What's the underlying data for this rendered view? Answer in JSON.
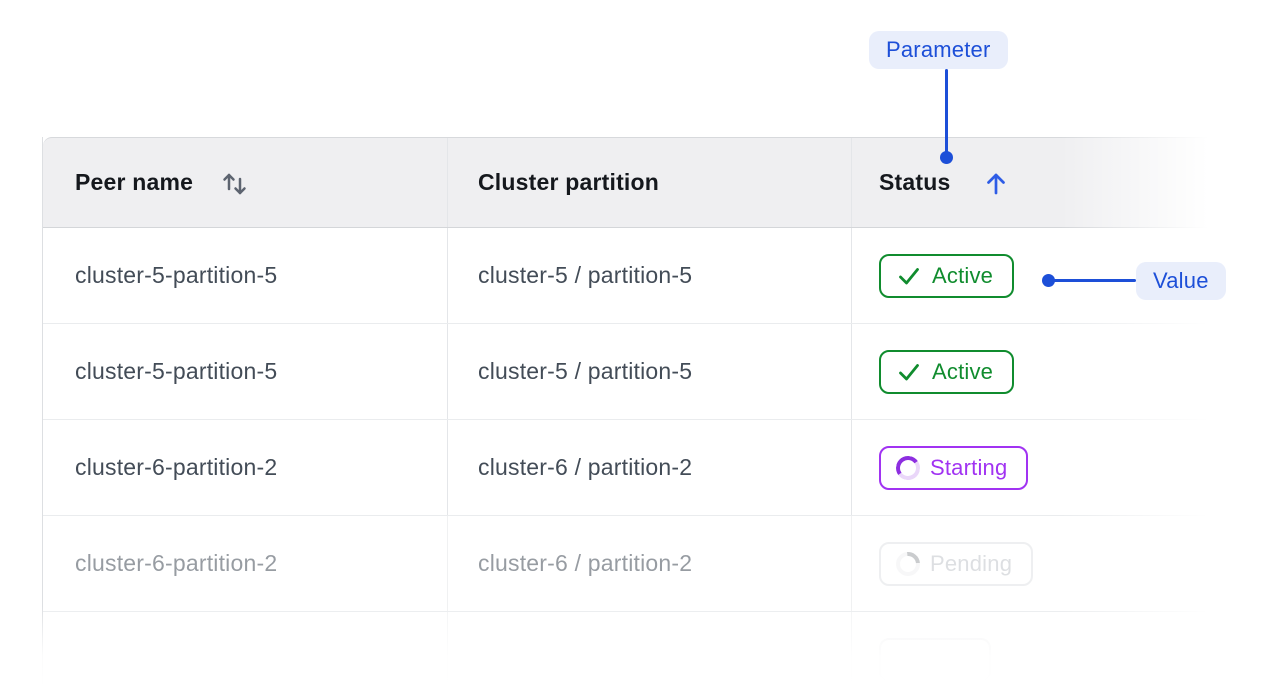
{
  "colors": {
    "accent": "#1d4fd8",
    "annotation_pill_bg": "#e9eefb",
    "sort_arrow_blue": "#2e5ce6",
    "sort_icon_gray": "#5d6470",
    "active": "#108c2e",
    "starting": "#a133f2",
    "pending_text": "#8f96a0",
    "pending_border": "#c9ccd0",
    "header_bg": "#efeff1",
    "header_text": "#15181d",
    "row_text": "#434c57"
  },
  "annotations": {
    "parameter": {
      "label": "Parameter",
      "points_to": "Status column header"
    },
    "value": {
      "label": "Value",
      "points_to": "Active status badge"
    }
  },
  "table": {
    "columns": [
      {
        "label": "Peer name",
        "sort_icon": "swap-vertical"
      },
      {
        "label": "Cluster partition",
        "sort_icon": ""
      },
      {
        "label": "Status",
        "sort_icon": "arrow-up",
        "sort_direction": "ascending"
      }
    ],
    "rows": [
      {
        "peer_name": "cluster-5-partition-5",
        "cluster_partition": "cluster-5 / partition-5",
        "status": "Active",
        "status_kind": "active",
        "faded": false
      },
      {
        "peer_name": "cluster-5-partition-5",
        "cluster_partition": "cluster-5 / partition-5",
        "status": "Active",
        "status_kind": "active",
        "faded": false
      },
      {
        "peer_name": "cluster-6-partition-2",
        "cluster_partition": "cluster-6 / partition-2",
        "status": "Starting",
        "status_kind": "starting",
        "faded": false
      },
      {
        "peer_name": "cluster-6-partition-2",
        "cluster_partition": "cluster-6 / partition-2",
        "status": "Pending",
        "status_kind": "pending",
        "faded": true
      },
      {
        "peer_name": "",
        "cluster_partition": "",
        "status": "",
        "status_kind": "cutoff",
        "faded": true
      }
    ]
  }
}
